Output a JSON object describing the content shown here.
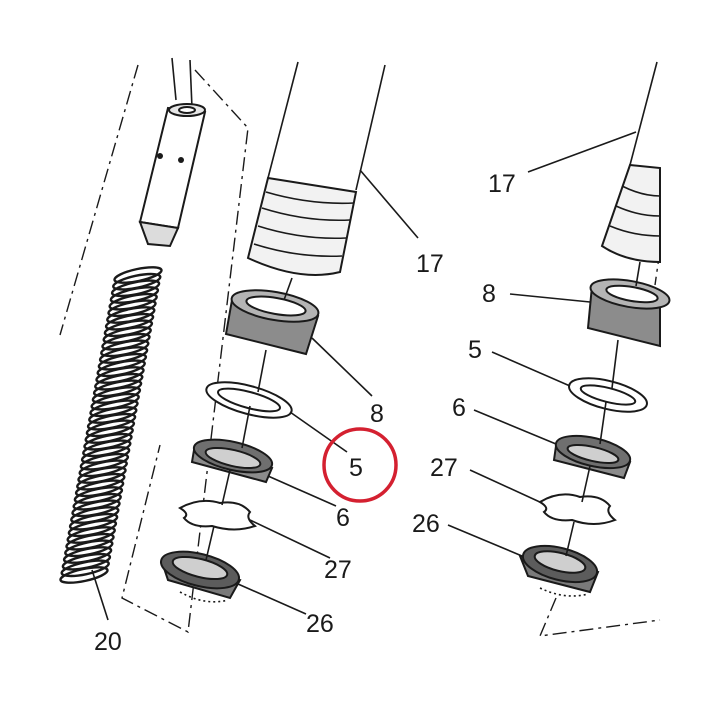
{
  "diagram": {
    "callouts": [
      {
        "id": "label-17-left",
        "text": "17"
      },
      {
        "id": "label-8-left",
        "text": "8"
      },
      {
        "id": "label-5-left",
        "text": "5"
      },
      {
        "id": "label-6-left",
        "text": "6"
      },
      {
        "id": "label-27-left",
        "text": "27"
      },
      {
        "id": "label-26-left",
        "text": "26"
      },
      {
        "id": "label-20",
        "text": "20"
      },
      {
        "id": "label-17-right",
        "text": "17"
      },
      {
        "id": "label-8-right",
        "text": "8"
      },
      {
        "id": "label-5-right",
        "text": "5"
      },
      {
        "id": "label-6-right",
        "text": "6"
      },
      {
        "id": "label-27-right",
        "text": "27"
      },
      {
        "id": "label-26-right",
        "text": "26"
      }
    ],
    "highlight": {
      "target": "5",
      "color": "#d42030"
    },
    "colors": {
      "line": "#1a1a1a",
      "part_fill": "#8c8c8c",
      "part_light": "#c8c8c8",
      "background": "#ffffff"
    }
  }
}
